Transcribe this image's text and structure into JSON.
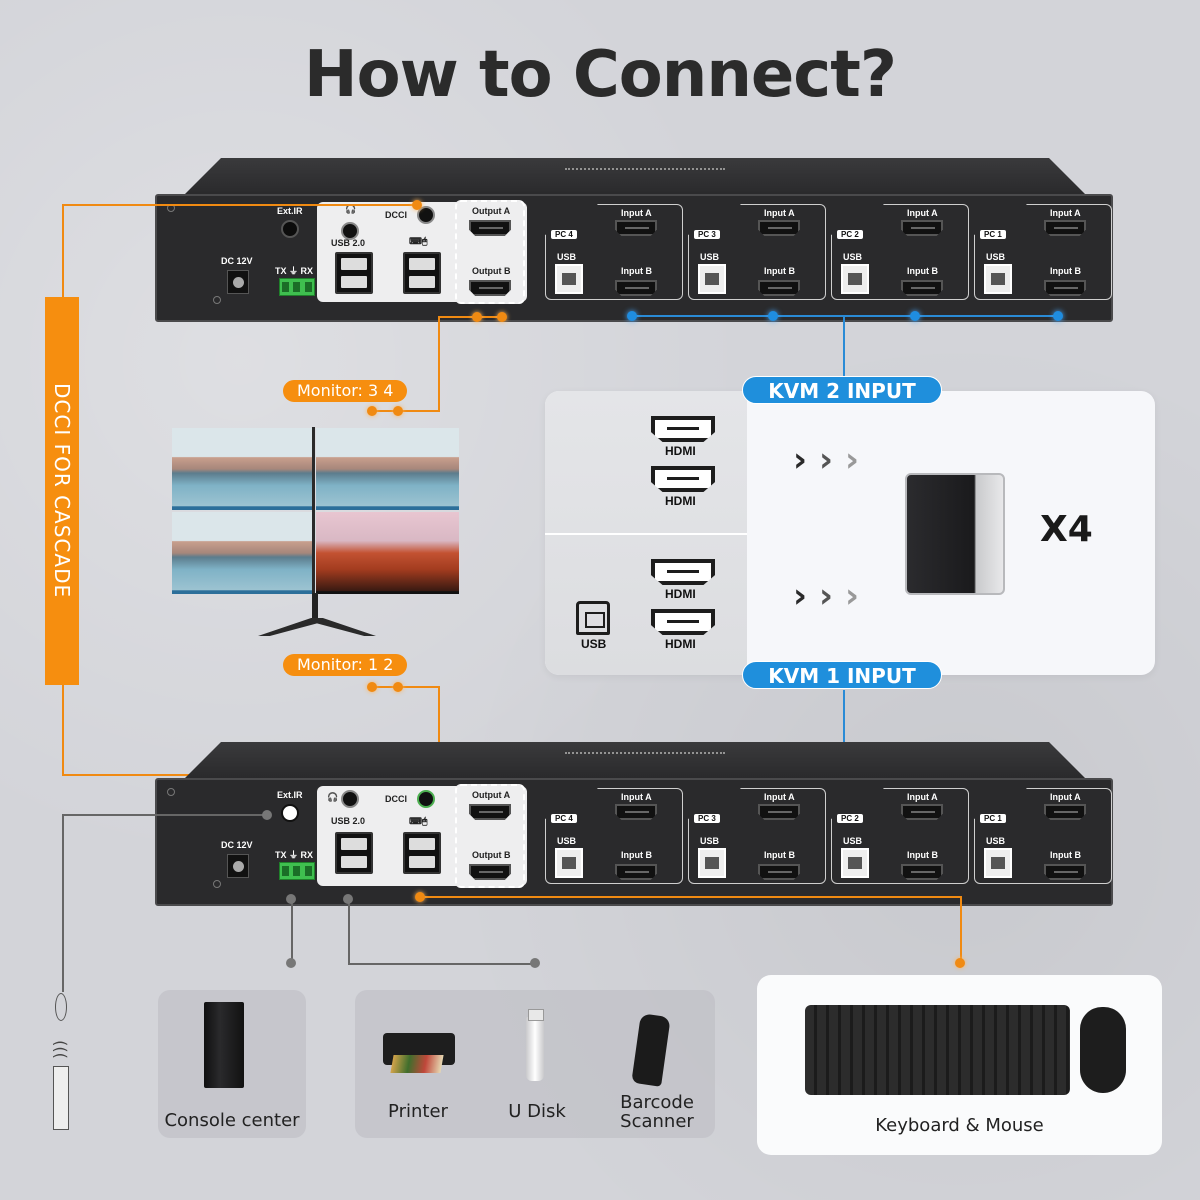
{
  "title": "How to Connect?",
  "colors": {
    "accent_orange": "#f68e0f",
    "accent_blue": "#1f8fdc",
    "background": "#d3d4d9",
    "device_body": "#2a2a2c"
  },
  "kvm_units": [
    {
      "id": "kvm2",
      "labels": {
        "ext_ir": "Ext.IR",
        "dc": "DC 12V",
        "rs232": "TX ⏚ RX",
        "usb2": "USB 2.0",
        "kbm_icon": "keyboard-mouse",
        "dcci": "DCCI",
        "output_a": "Output A",
        "output_b": "Output B"
      },
      "pcs": [
        {
          "tag": "PC 4",
          "usb": "USB",
          "input_a": "Input A",
          "input_b": "Input B"
        },
        {
          "tag": "PC 3",
          "usb": "USB",
          "input_a": "Input A",
          "input_b": "Input B"
        },
        {
          "tag": "PC 2",
          "usb": "USB",
          "input_a": "Input A",
          "input_b": "Input B"
        },
        {
          "tag": "PC 1",
          "usb": "USB",
          "input_a": "Input A",
          "input_b": "Input B"
        }
      ]
    },
    {
      "id": "kvm1",
      "labels": {
        "ext_ir": "Ext.IR",
        "dc": "DC 12V",
        "rs232": "TX ⏚ RX",
        "usb2": "USB 2.0",
        "kbm_icon": "keyboard-mouse",
        "dcci": "DCCI",
        "output_a": "Output A",
        "output_b": "Output B"
      },
      "pcs": [
        {
          "tag": "PC 4",
          "usb": "USB",
          "input_a": "Input A",
          "input_b": "Input B"
        },
        {
          "tag": "PC 3",
          "usb": "USB",
          "input_a": "Input A",
          "input_b": "Input B"
        },
        {
          "tag": "PC 2",
          "usb": "USB",
          "input_a": "Input A",
          "input_b": "Input B"
        },
        {
          "tag": "PC 1",
          "usb": "USB",
          "input_a": "Input A",
          "input_b": "Input B"
        }
      ]
    }
  ],
  "cascade_label": "DCCI FOR CASCADE",
  "monitors": {
    "upper_label": "Monitor: 3   4",
    "lower_label": "Monitor: 1   2"
  },
  "input_card": {
    "kvm2_badge": "KVM 2 INPUT",
    "kvm1_badge": "KVM 1 INPUT",
    "top_ports": [
      "HDMI",
      "HDMI"
    ],
    "bottom_ports": [
      "HDMI",
      "HDMI"
    ],
    "usb_label": "USB",
    "chevrons": [
      "›",
      "›",
      "›"
    ],
    "multiplier": "X4"
  },
  "peripherals": {
    "console": "Console center",
    "printer": "Printer",
    "udisk": "U Disk",
    "scanner": "Barcode Scanner",
    "keyboard_mouse": "Keyboard & Mouse"
  }
}
